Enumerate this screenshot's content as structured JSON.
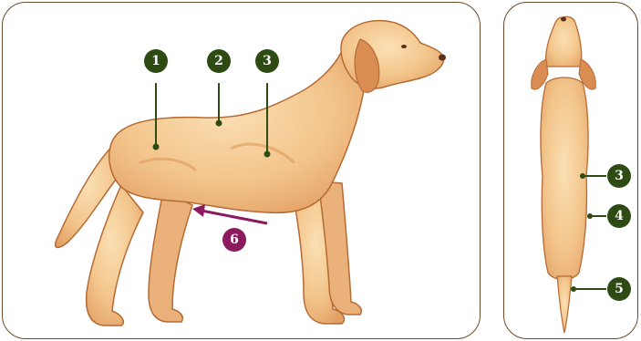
{
  "colors": {
    "panel_border": "#6b4a2a",
    "dog_fill": "#f2c48a",
    "dog_shade": "#d98d52",
    "dog_outline": "#b66a34",
    "marker_green": "#2f4b14",
    "marker_purple": "#8c1a5e"
  },
  "side_view": {
    "markers": [
      {
        "label": "1"
      },
      {
        "label": "2"
      },
      {
        "label": "3"
      }
    ],
    "arrow_marker": {
      "label": "6"
    }
  },
  "top_view": {
    "markers": [
      {
        "label": "3"
      },
      {
        "label": "4"
      },
      {
        "label": "5"
      }
    ]
  }
}
